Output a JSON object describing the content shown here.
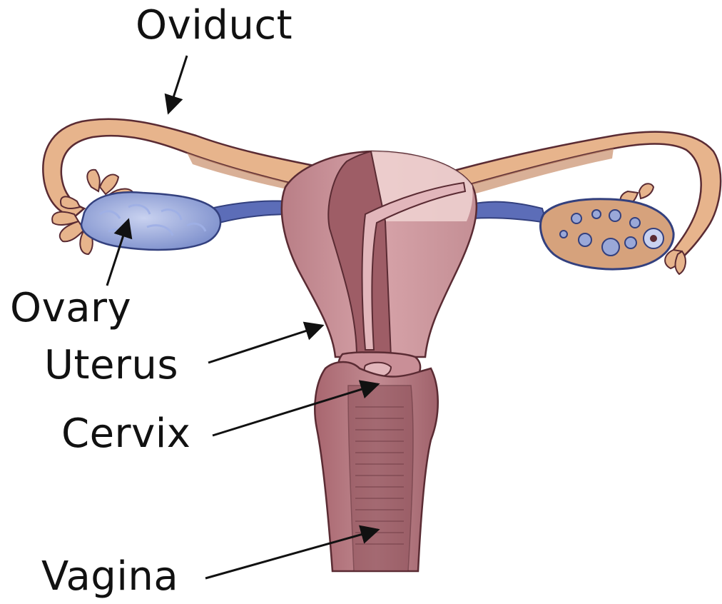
{
  "labels": {
    "oviduct": "Oviduct",
    "ovary": "Ovary",
    "uterus": "Uterus",
    "cervix": "Cervix",
    "vagina": "Vagina"
  },
  "colors": {
    "outline": "#5a2b33",
    "oviduct_fill": "#e7b48c",
    "oviduct_shade": "#c98e6b",
    "uterus_fill": "#c98f97",
    "uterus_dark": "#9e5d66",
    "uterus_light": "#e2b6bb",
    "uterus_top_light": "#f0d3d2",
    "ovary_fill": "#8e9fd6",
    "ovary_highlight": "#c9d2f0",
    "ovary_outline": "#33407e",
    "ligament_fill": "#5c6db8",
    "vagina_fill": "#b37880",
    "vagina_lumen": "#8c4f58",
    "arrow": "#111111"
  }
}
